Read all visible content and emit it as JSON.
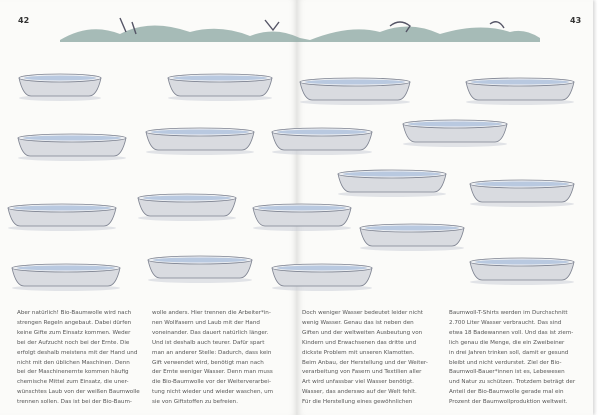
{
  "page_numbers": {
    "left": "42",
    "right": "43"
  },
  "columns": [
    [
      "Aber natürlich! Bio-Baumwolle wird nach",
      "strengen Regeln angebaut. Dabei dürfen",
      "keine Gifte zum Einsatz kommen. Weder",
      "bei der Aufzucht noch bei der Ernte. Die",
      "erfolgt deshalb meistens mit der Hand und",
      "nicht mit den üblichen Maschinen. Denn",
      "bei der Maschinenernte kommen häufig",
      "chemische Mittel zum Einsatz, die uner-",
      "wünschtes Laub von der weißen Baumwolle",
      "trennen sollen. Das ist bei der Bio-Baum-"
    ],
    [
      "wolle anders. Hier trennen die Arbeiter*in-",
      "nen Wollfasern und Laub mit der Hand",
      "voneinander. Das dauert natürlich länger.",
      "Und ist deshalb auch teurer. Dafür spart",
      "man an anderer Stelle: Dadurch, dass kein",
      "Gift verwendet wird, benötigt man nach",
      "der Ernte weniger Wasser. Denn man muss",
      "die Bio-Baumwolle vor der Weiterverarbei-",
      "tung nicht wieder und wieder waschen, um",
      "sie von Giftstoffen zu befreien."
    ],
    [
      "Doch weniger Wasser bedeutet leider nicht",
      "wenig Wasser. Genau das ist neben den",
      "Giften und der weltweiten Ausbeutung von",
      "Kindern und Erwachsenen das dritte und",
      "dickste Problem mit unseren Klamotten.",
      "Beim Anbau, der Herstellung und der Weiter-",
      "verarbeitung von Fasern und Textilien aller",
      "Art wird unfassbar viel Wasser benötigt.",
      "Wasser, das anderswo auf der Welt fehlt.",
      "Für die Herstellung eines gewöhnlichen"
    ],
    [
      "Baumwoll-T-Shirts werden im Durchschnitt",
      "2.700 Liter Wasser verbraucht. Das sind",
      "etwa 18 Badewannen voll. Und das ist ziem-",
      "lich genau die Menge, die ein Zweibeiner",
      "in drei Jahren trinken soll, damit er gesund",
      "bleibt und nicht verdurstet. Ziel der Bio-",
      "Baumwoll-Bauer*innen ist es, Lebewesen",
      "und Natur zu schützen. Trotzdem beträgt der",
      "Anteil der Bio-Baumwolle gerade mal ein",
      "Prozent der Baumwollproduktion weltweit."
    ]
  ],
  "colors": {
    "tub": "#d9dbe0",
    "tub_edge": "#7d8290",
    "water": "#b9c9e0",
    "banner": "#5f7f78"
  }
}
